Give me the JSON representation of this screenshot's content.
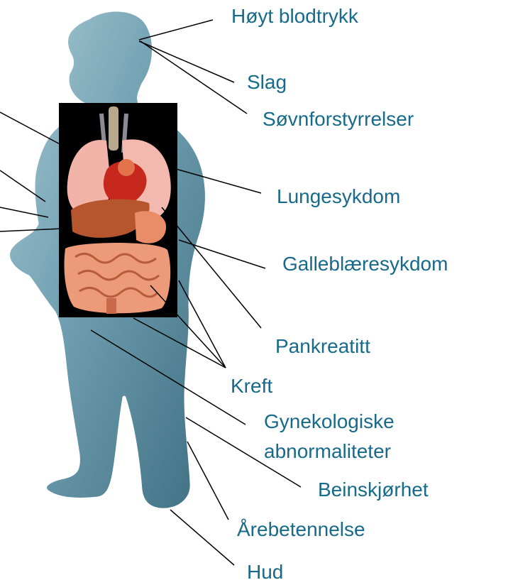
{
  "colors": {
    "label": "#176a8a",
    "body_fill": "#5b8fa0",
    "body_outline": "#ffffff",
    "organ_background": "#000000",
    "leader_line": "#000000"
  },
  "labels": {
    "hypertension": "Høyt blodtrykk",
    "stroke": "Slag",
    "sleep_disorders": "Søvnforstyrrelser",
    "lung_disease": "Lungesykdom",
    "gallbladder_disease": "Galleblæresykdom",
    "pancreatitis": "Pankreatitt",
    "cancer": "Kreft",
    "gynecological_line1": "Gynekologiske",
    "gynecological_line2": "abnormaliteter",
    "leg_stiffness": "Beinskjørhet",
    "phlebitis": "Årebetennelse",
    "skin": "Hud"
  },
  "icons": {
    "figure": "obese-human-silhouette-icon",
    "organs": "internal-organs-icon"
  }
}
